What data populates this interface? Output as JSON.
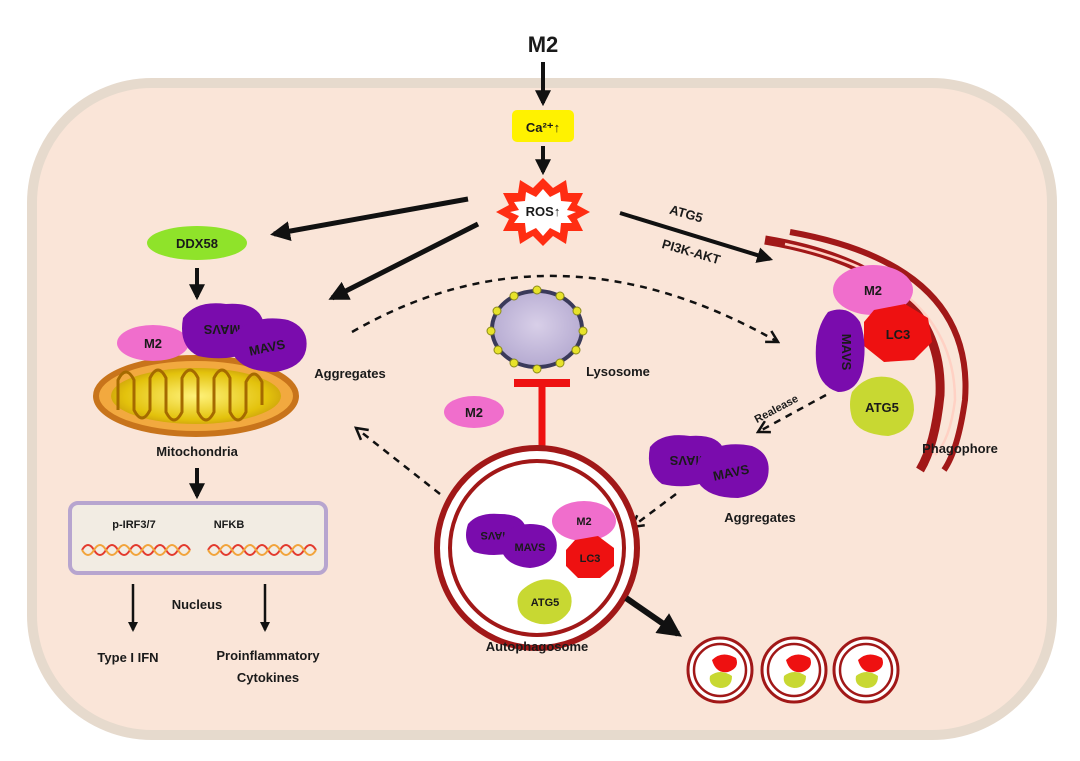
{
  "top_input": "M2",
  "calcium": "Ca²⁺↑",
  "ros": "ROS↑",
  "ddx58": "DDX58",
  "m2_mito": "M2",
  "mavs_mito_a": "MAVS",
  "mavs_mito_b": "MAVS",
  "mitochondria": "Mitochondria",
  "aggregates_left": "Aggregates",
  "nucleus": {
    "label": "Nucleus",
    "factor_a": "p-IRF3/7",
    "factor_b": "NFKB"
  },
  "output_a": "Type I IFN",
  "output_b_line1": "Proinflammatory",
  "output_b_line2": "Cytokines",
  "atg5_arrow": "ATG5",
  "pi3k_arrow": "PI3K-AKT",
  "lysosome": "Lysosome",
  "m2_inhibitor": "M2",
  "phagophore": {
    "label": "Phagophore",
    "m2": "M2",
    "lc3": "LC3",
    "mavs": "MAVS",
    "atg5": "ATG5"
  },
  "release": "Realease",
  "aggregates_right": "Aggregates",
  "mavs_right_a": "MAVS",
  "mavs_right_b": "MAVS",
  "autophagosome": {
    "label": "Autophagosome",
    "mavs_a": "MAVS",
    "mavs_b": "MAVS",
    "m2": "M2",
    "lc3": "LC3",
    "atg5": "ATG5"
  },
  "colors": {
    "cell_fill": "#fae5d8",
    "cell_border": "#e6dacd",
    "mavs": "#7a0cad",
    "m2": "#f06ecc",
    "lc3": "#ee1111",
    "atg5": "#c8d832",
    "ddx58": "#8fe32a",
    "calcium": "#fff200",
    "ros": "#ff2d12",
    "phagophore": "#a11818",
    "inhibitor": "#ee1111"
  }
}
